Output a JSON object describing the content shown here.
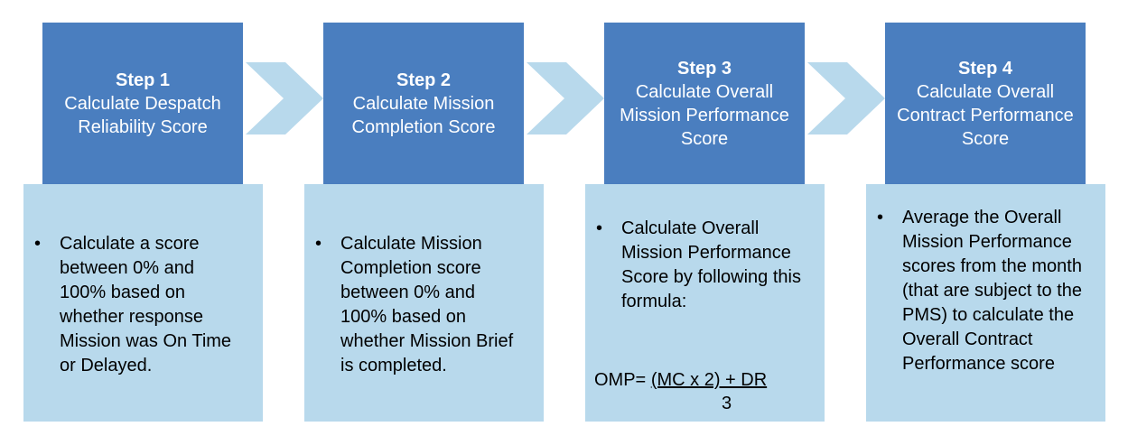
{
  "steps": [
    {
      "title": "Step 1",
      "description": "Calculate Despatch Reliability Score",
      "bullet": "Calculate a score between 0% and 100% based on whether response Mission was On Time or Delayed."
    },
    {
      "title": "Step 2",
      "description": "Calculate Mission Completion Score",
      "bullet": "Calculate Mission Completion score between 0% and 100% based on whether Mission Brief is completed."
    },
    {
      "title": "Step 3",
      "description": "Calculate Overall Mission Performance Score",
      "bullet": "Calculate Overall Mission Performance Score by following this formula:",
      "formula_label": "OMP=",
      "formula_numerator": "(MC x 2) + DR",
      "formula_denominator": "3"
    },
    {
      "title": "Step 4",
      "description": "Calculate Overall Contract Performance Score",
      "bullet": "Average the Overall Mission Performance scores from the month (that are subject to the PMS) to calculate the Overall Contract Performance score"
    }
  ],
  "colors": {
    "header_blue": "#4a7ebf",
    "panel_light_blue": "#b8d9ec",
    "chevron_blue": "#b8d9ec"
  },
  "icons": {
    "bullet": "•",
    "arrow": "chevron-right-icon"
  }
}
